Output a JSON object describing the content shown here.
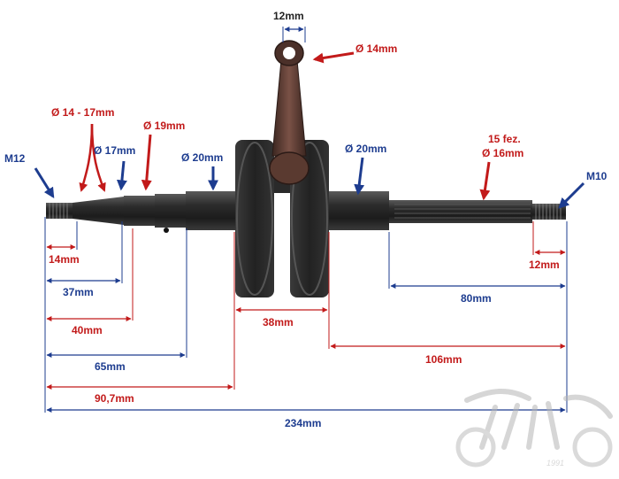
{
  "callouts": {
    "thread_left": "M12",
    "thread_right": "M10",
    "rod_width": "12mm",
    "pin_diameter": "Ø 14mm",
    "taper_diameter": "Ø 14 - 17mm",
    "shaft_diameter_17": "Ø 17mm",
    "shaft_diameter_19": "Ø 19mm",
    "bearing_left_diameter": "Ø 20mm",
    "bearing_right_diameter": "Ø 20mm",
    "spline_count": "15 fez.",
    "spline_diameter": "Ø 16mm"
  },
  "dimensions": {
    "left_14": "14mm",
    "left_37": "37mm",
    "left_40": "40mm",
    "left_65": "65mm",
    "left_90_7": "90,7mm",
    "total_234": "234mm",
    "web_38": "38mm",
    "right_106": "106mm",
    "right_80": "80mm",
    "right_12": "12mm"
  },
  "watermark": {
    "year": "1991"
  },
  "colors": {
    "blue": "#1d3c8f",
    "red": "#c21a1a",
    "metal_dark": "#2a2a2a",
    "rod": "#5a3a30",
    "watermark": "#c8c8c8"
  }
}
